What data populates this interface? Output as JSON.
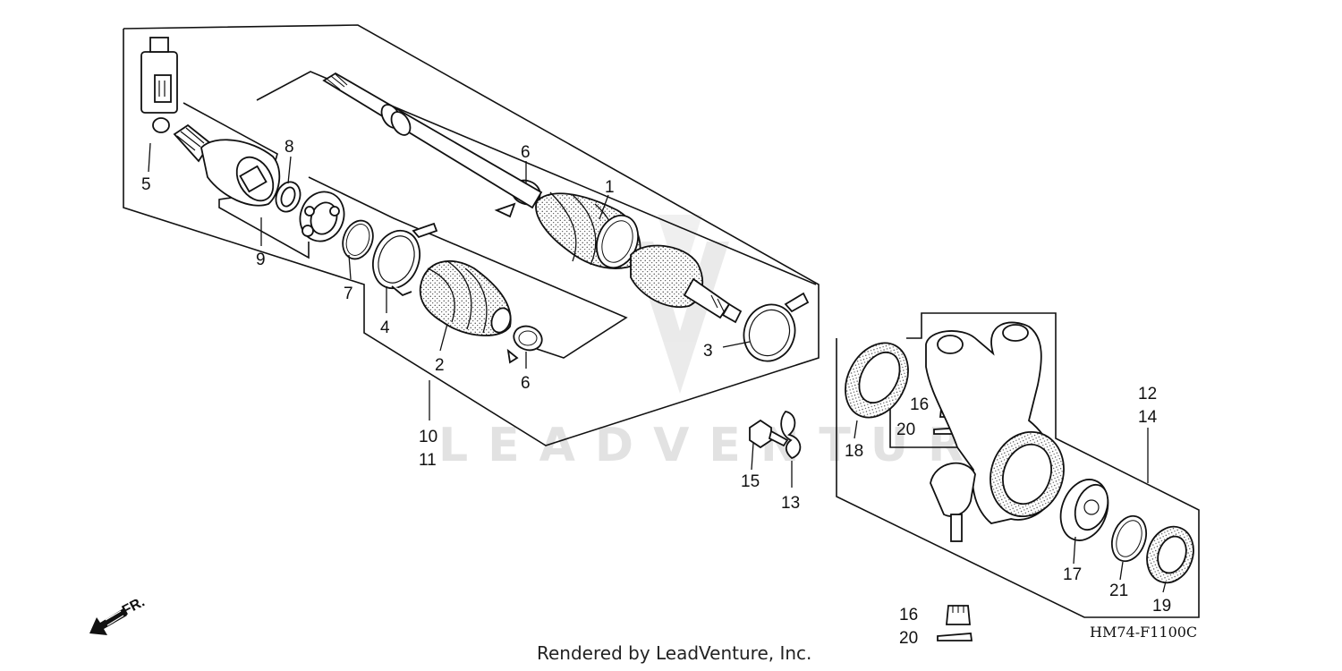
{
  "diagram": {
    "watermark": "LEADVENTURE",
    "diagram_code": "HM74-F1100C",
    "credit": "Rendered by LeadVenture, Inc.",
    "front_arrow_label": "FR.",
    "callouts": {
      "c1": "1",
      "c2": "2",
      "c3": "3",
      "c4": "4",
      "c5": "5",
      "c6a": "6",
      "c6b": "6",
      "c7": "7",
      "c8": "8",
      "c9": "9",
      "c10": "10",
      "c11": "11",
      "c12": "12",
      "c13": "13",
      "c14": "14",
      "c15": "15",
      "c16a": "16",
      "c16b": "16",
      "c17": "17",
      "c18": "18",
      "c19": "19",
      "c20a": "20",
      "c20b": "20",
      "c21": "21"
    }
  }
}
